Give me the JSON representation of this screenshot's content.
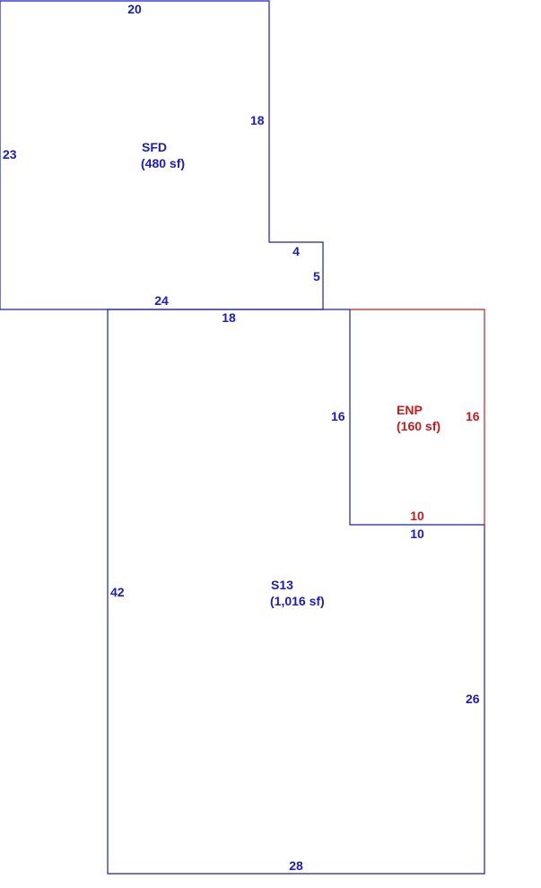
{
  "colors": {
    "primary": "#1a1acc",
    "accent": "#cc1a1a",
    "background": "#ffffff"
  },
  "areas": {
    "sfd": {
      "name": "SFD",
      "area": "(480 sf)"
    },
    "enp": {
      "name": "ENP",
      "area": "(160 sf)"
    },
    "s13": {
      "name": "S13",
      "area": "(1,016 sf)"
    }
  },
  "dimensions": {
    "sfd_top": "20",
    "sfd_left": "23",
    "sfd_upper_right": "18",
    "sfd_step_width": "4",
    "sfd_step_height": "5",
    "sfd_bottom": "24",
    "s13_top": "18",
    "s13_enp_side": "16",
    "enp_right": "16",
    "enp_bottom": "10",
    "s13_step": "10",
    "s13_left": "42",
    "s13_right": "26",
    "s13_bottom": "28"
  }
}
